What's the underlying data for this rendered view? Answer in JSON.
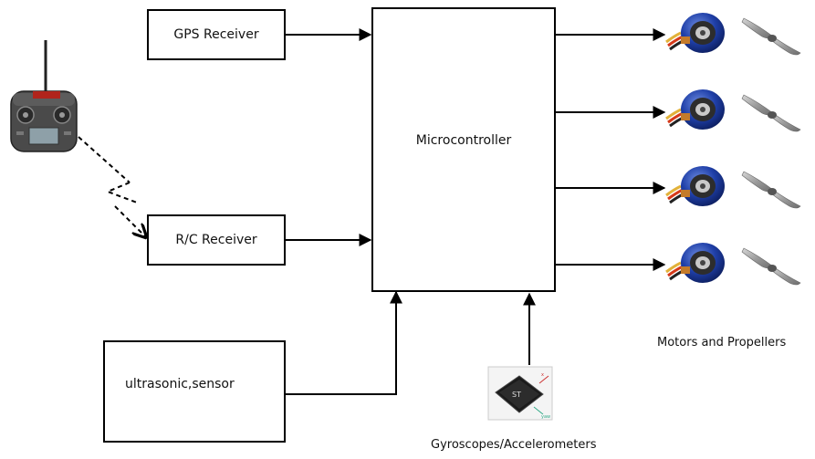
{
  "blocks": {
    "gps_receiver": "GPS Receiver",
    "rc_receiver": "R/C Receiver",
    "microcontroller": "Microcontroller",
    "ultrasonic_sensor": "ultrasonic,sensor"
  },
  "captions": {
    "motors": "Motors and Propellers",
    "sensors": "Gyroscopes/Accelerometers"
  },
  "icons": {
    "transmitter": "rc-transmitter-icon",
    "motor": "brushless-motor-icon",
    "propeller": "propeller-icon",
    "imu_chip": "imu-chip-icon",
    "wireless_link": "wireless-link-icon"
  },
  "colors": {
    "motor_body": "#1f3fa8",
    "motor_wires": "#d63a1a",
    "chip_body": "#1b1b1b",
    "prop": "#9a9a9a"
  },
  "motor_count": 4
}
